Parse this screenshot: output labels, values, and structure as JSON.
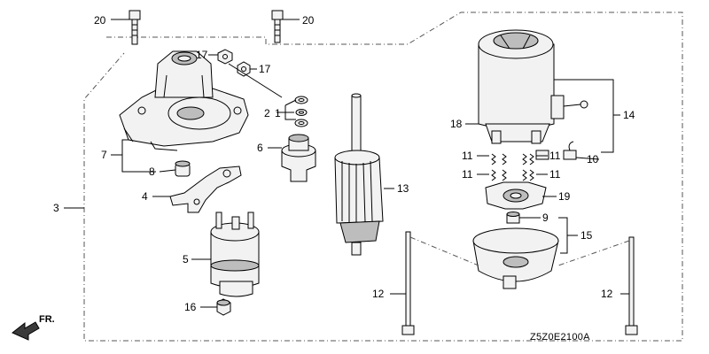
{
  "diagram": {
    "code": "Z5Z0E2100A",
    "direction_label": "FR.",
    "callouts": {
      "c1": "1",
      "c2": "2",
      "c3": "3",
      "c4": "4",
      "c5": "5",
      "c6": "6",
      "c7": "7",
      "c8": "8",
      "c9": "9",
      "c10": "10",
      "c11a": "11",
      "c11b": "11",
      "c11c": "11",
      "c11d": "11",
      "c12a": "12",
      "c12b": "12",
      "c13": "13",
      "c14": "14",
      "c15": "15",
      "c16": "16",
      "c17a": "17",
      "c17b": "17",
      "c18": "18",
      "c19": "19",
      "c20a": "20",
      "c20b": "20"
    }
  }
}
